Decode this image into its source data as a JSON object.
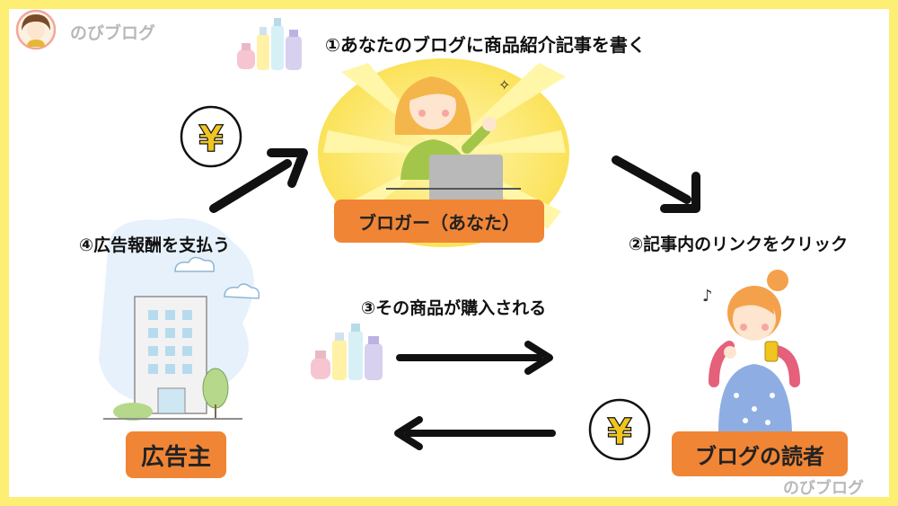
{
  "brand": {
    "name": "のびブログ"
  },
  "watermark": "のびブログ",
  "steps": {
    "step1": "①あなたのブログに商品紹介記事を書く",
    "step2": "②記事内のリンクをクリック",
    "step3": "③その商品が購入される",
    "step4": "④広告報酬を支払う"
  },
  "actors": {
    "blogger": "ブロガー（あなた）",
    "advertiser": "広告主",
    "reader": "ブログの読者"
  },
  "icons": {
    "money": "yen-coin-icon"
  },
  "colors": {
    "frame": "#fdee74",
    "pill": "#f08535",
    "arrow": "#111111"
  }
}
